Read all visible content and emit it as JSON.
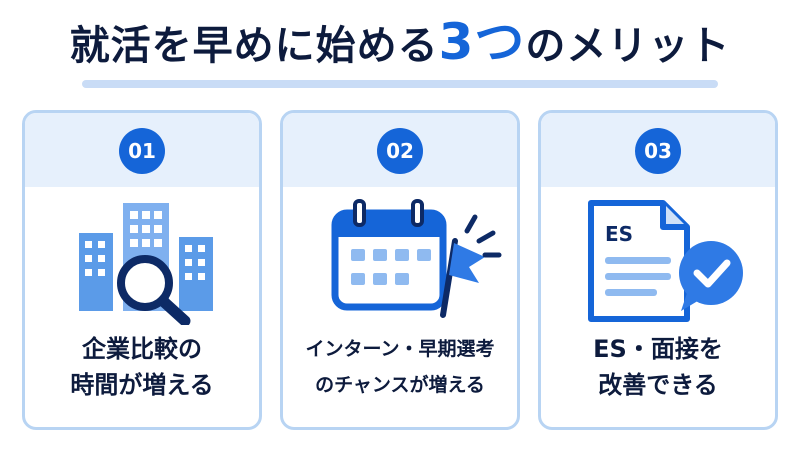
{
  "title": {
    "main": "就活を早めに始める",
    "accent": "3つ",
    "tail": "のメリット"
  },
  "cards": [
    {
      "number": "01",
      "lines": [
        "企業比較の",
        "時間が増える"
      ],
      "icon": "buildings-magnifier-icon"
    },
    {
      "number": "02",
      "lines": [
        "インターン・早期選考",
        "のチャンスが増える"
      ],
      "icon": "calendar-flag-icon"
    },
    {
      "number": "03",
      "lines": [
        "ES・面接を",
        "改善できる"
      ],
      "icon": "es-document-check-icon",
      "doc_label": "ES"
    }
  ],
  "colors": {
    "accent": "#1565d8",
    "dark": "#0d1b3d",
    "light": "#e6f0fc",
    "border": "#b8d4f3"
  }
}
